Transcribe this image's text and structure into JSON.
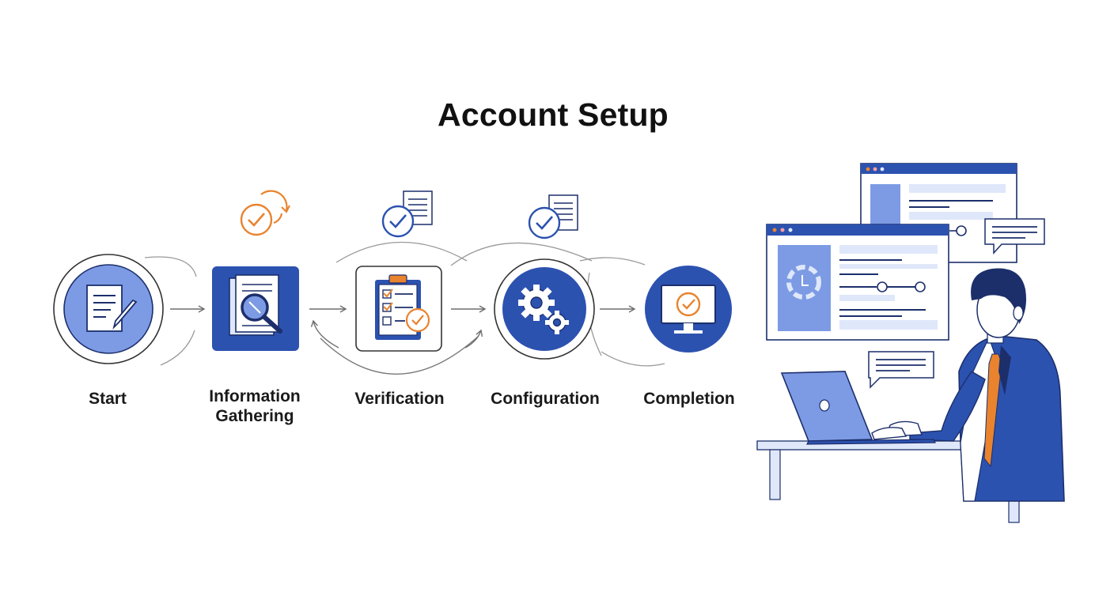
{
  "title": "Account Setup",
  "steps": [
    {
      "label": "Start",
      "icon": "document-pencil-icon"
    },
    {
      "label": "Information\nGathering",
      "icon": "document-magnifier-icon"
    },
    {
      "label": "Verification",
      "icon": "clipboard-checklist-icon"
    },
    {
      "label": "Configuration",
      "icon": "gears-icon"
    },
    {
      "label": "Completion",
      "icon": "monitor-check-icon"
    }
  ],
  "colors": {
    "primary_blue": "#2c52b0",
    "light_blue": "#7d9be4",
    "pale_blue": "#dfe7fa",
    "navy": "#1c2f6b",
    "accent_orange": "#e9832e",
    "line_gray": "#7a7a7a",
    "text": "#111111"
  }
}
